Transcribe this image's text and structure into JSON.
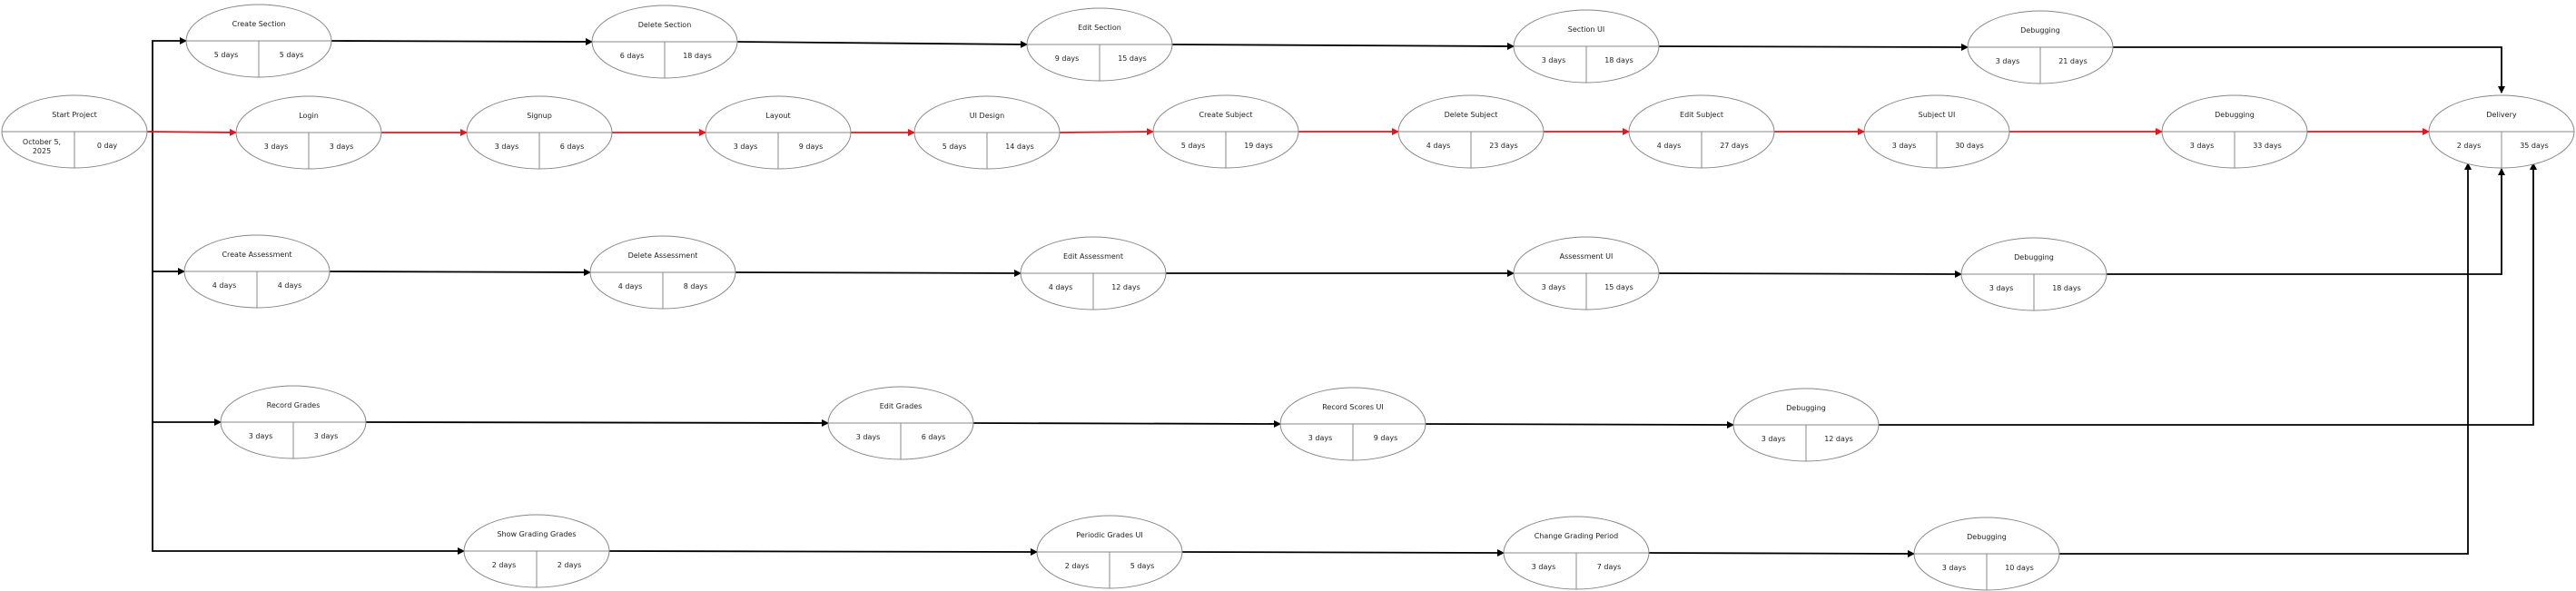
{
  "nodes": {
    "start": {
      "title": "Start Project",
      "left": "October 5,\n2025",
      "right": "0 day"
    },
    "create_section": {
      "title": "Create Section",
      "left": "5 days",
      "right": "5 days"
    },
    "delete_section": {
      "title": "Delete Section",
      "left": "6 days",
      "right": "18 days"
    },
    "edit_section": {
      "title": "Edit Section",
      "left": "9 days",
      "right": "15 days"
    },
    "section_ui": {
      "title": "Section UI",
      "left": "3 days",
      "right": "18 days"
    },
    "debugging_1": {
      "title": "Debugging",
      "left": "3 days",
      "right": "21 days"
    },
    "login": {
      "title": "Login",
      "left": "3 days",
      "right": "3 days"
    },
    "signup": {
      "title": "Signup",
      "left": "3 days",
      "right": "6 days"
    },
    "layout": {
      "title": "Layout",
      "left": "3 days",
      "right": "9 days"
    },
    "ui_design": {
      "title": "UI Design",
      "left": "5 days",
      "right": "14 days"
    },
    "create_subject": {
      "title": "Create Subject",
      "left": "5 days",
      "right": "19 days"
    },
    "delete_subject": {
      "title": "Delete Subject",
      "left": "4 days",
      "right": "23 days"
    },
    "edit_subject": {
      "title": "Edit Subject",
      "left": "4 days",
      "right": "27 days"
    },
    "subject_ui": {
      "title": "Subject UI",
      "left": "3 days",
      "right": "30 days"
    },
    "debugging_2": {
      "title": "Debugging",
      "left": "3 days",
      "right": "33 days"
    },
    "delivery": {
      "title": "Delivery",
      "left": "2 days",
      "right": "35 days"
    },
    "create_assessment": {
      "title": "Create Assessment",
      "left": "4 days",
      "right": "4 days"
    },
    "delete_assessment": {
      "title": "Delete Assessment",
      "left": "4 days",
      "right": "8 days"
    },
    "edit_assessment": {
      "title": "Edit Assessment",
      "left": "4 days",
      "right": "12 days"
    },
    "assessment_ui": {
      "title": "Assessment UI",
      "left": "3 days",
      "right": "15 days"
    },
    "debugging_3": {
      "title": "Debugging",
      "left": "3 days",
      "right": "18 days"
    },
    "record_grades": {
      "title": "Record Grades",
      "left": "3 days",
      "right": "3 days"
    },
    "edit_grades": {
      "title": "Edit Grades",
      "left": "3 days",
      "right": "6 days"
    },
    "record_scores_ui": {
      "title": "Record Scores UI",
      "left": "3 days",
      "right": "9 days"
    },
    "debugging_4": {
      "title": "Debugging",
      "left": "3 days",
      "right": "12 days"
    },
    "show_grading_grades": {
      "title": "Show Grading Grades",
      "left": "2 days",
      "right": "2 days"
    },
    "periodic_grades_ui": {
      "title": "Periodic Grades UI",
      "left": "2 days",
      "right": "5 days"
    },
    "change_grading_period": {
      "title": "Change Grading Period",
      "left": "3 days",
      "right": "7 days"
    },
    "debugging_5": {
      "title": "Debugging",
      "left": "3 days",
      "right": "10 days"
    }
  },
  "colors": {
    "critical": "#e8141b",
    "normal": "#000000",
    "ellipse": "#888888"
  }
}
